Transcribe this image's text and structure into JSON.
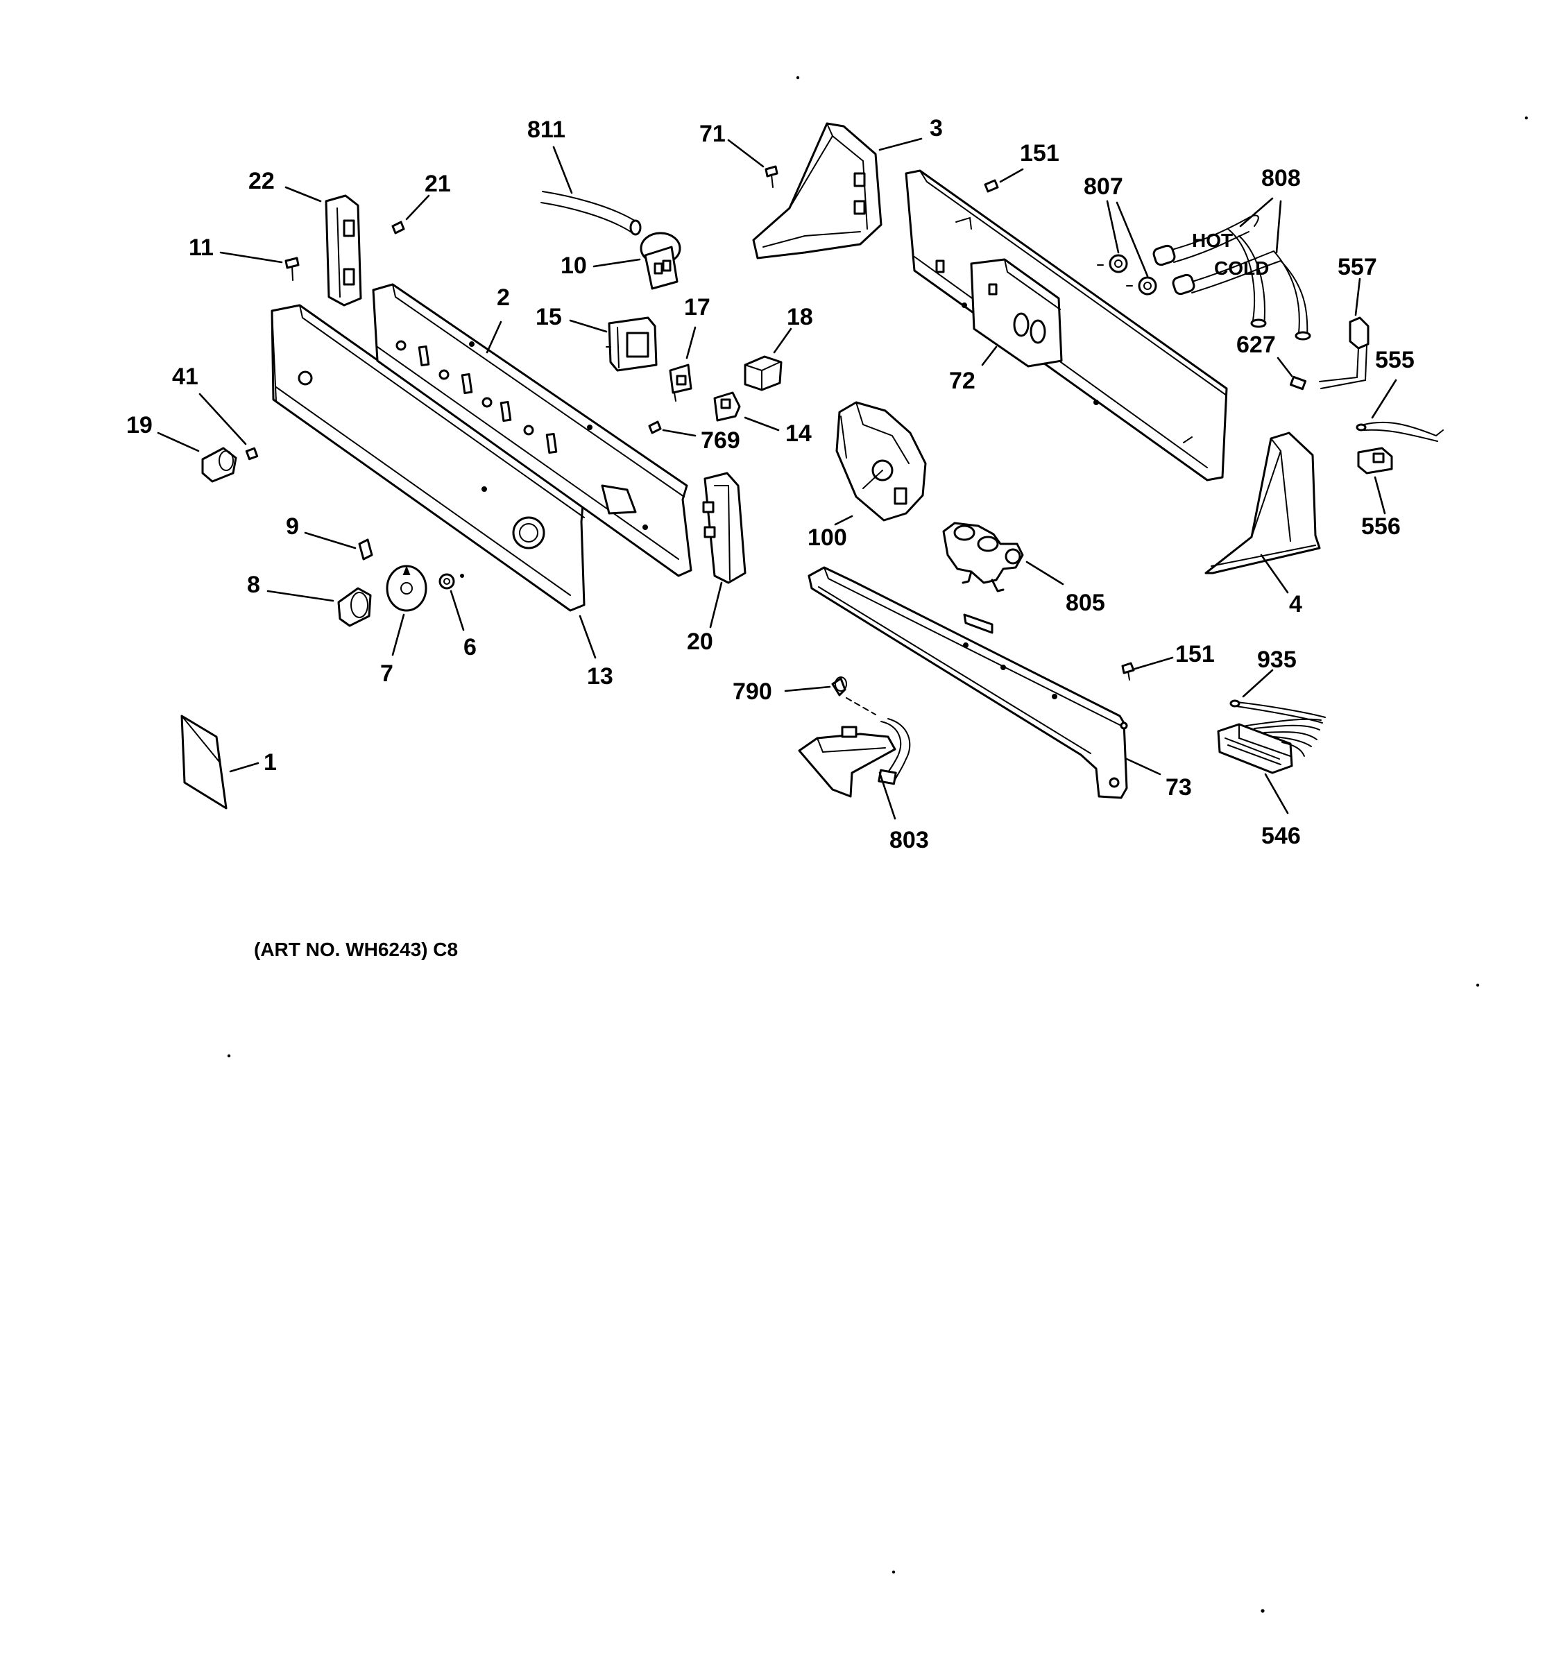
{
  "labels": {
    "p1": "1",
    "p2": "2",
    "p3": "3",
    "p4": "4",
    "p6": "6",
    "p7": "7",
    "p8": "8",
    "p9": "9",
    "p10": "10",
    "p11": "11",
    "p13": "13",
    "p14": "14",
    "p15": "15",
    "p17": "17",
    "p18": "18",
    "p19": "19",
    "p20": "20",
    "p21": "21",
    "p22": "22",
    "p41": "41",
    "p71": "71",
    "p72": "72",
    "p73": "73",
    "p100": "100",
    "p151a": "151",
    "p151b": "151",
    "p546": "546",
    "p555": "555",
    "p556": "556",
    "p557": "557",
    "p627": "627",
    "p769": "769",
    "p790": "790",
    "p803": "803",
    "p805": "805",
    "p807": "807",
    "p808": "808",
    "p811": "811",
    "p935": "935"
  },
  "hose_text": {
    "hot": "HOT",
    "cold": "COLD"
  },
  "art_number": "(ART NO. WH6243) C8"
}
